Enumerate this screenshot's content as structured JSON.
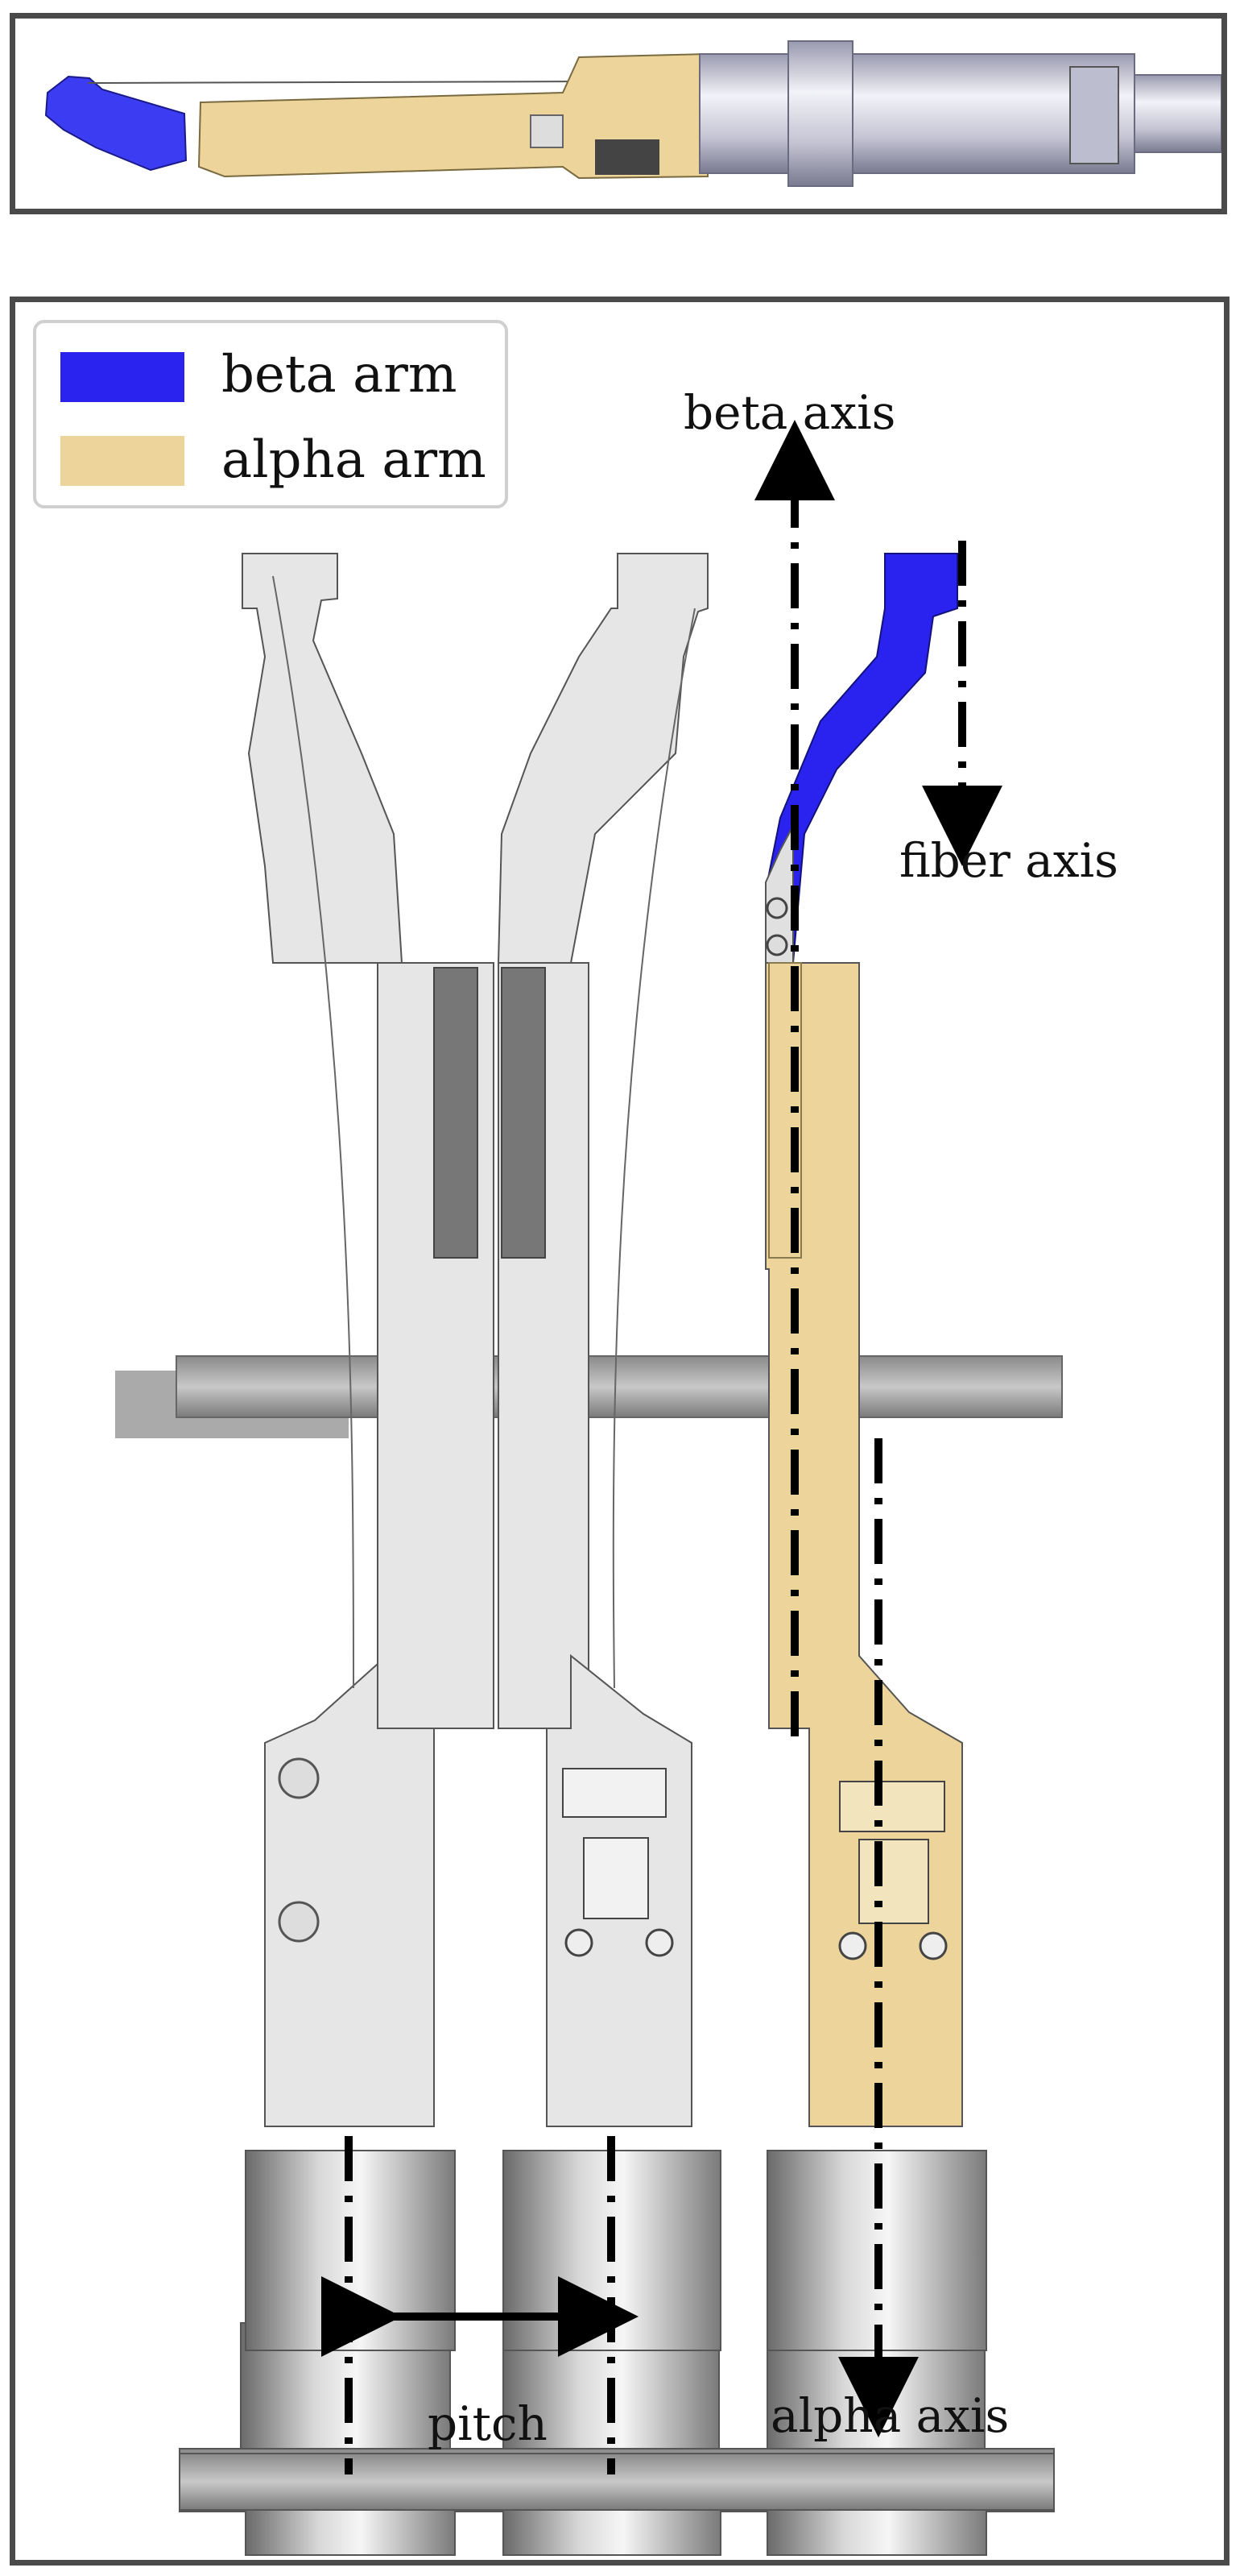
{
  "legend": {
    "items": [
      {
        "label": "beta arm",
        "color": "#2a22ef"
      },
      {
        "label": "alpha arm",
        "color": "#ecd49a"
      }
    ]
  },
  "labels": {
    "beta_axis": "beta axis",
    "fiber_axis": "fiber axis",
    "alpha_axis": "alpha axis",
    "pitch": "pitch"
  },
  "colors": {
    "beta_arm": "#2a22ef",
    "alpha_arm": "#ecd49a",
    "frame_border": "#4a4a4a",
    "metal_light": "#e8e8e8",
    "metal_dark": "#6e6e6e"
  }
}
